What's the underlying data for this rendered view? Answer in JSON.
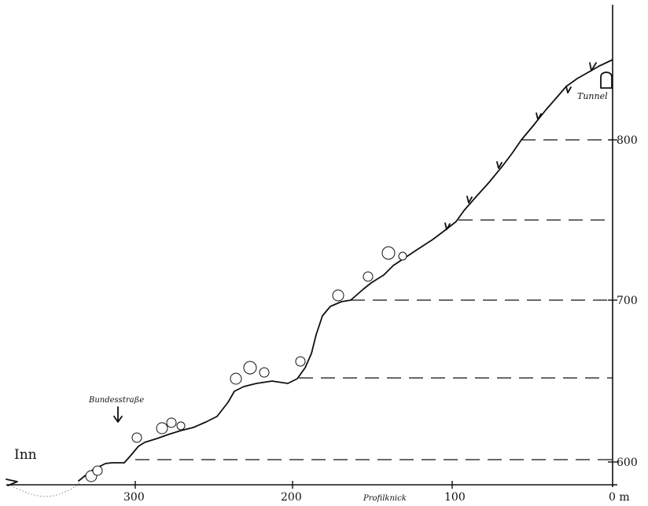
{
  "labels": {
    "river": "Inn",
    "road": "Bundesstraße",
    "tunnel": "Tunnel",
    "bend": "Profilknick"
  },
  "elevation_ticks": [
    "600",
    "700",
    "800"
  ],
  "distance_ticks": [
    "300",
    "200",
    "100",
    "0 m"
  ]
}
